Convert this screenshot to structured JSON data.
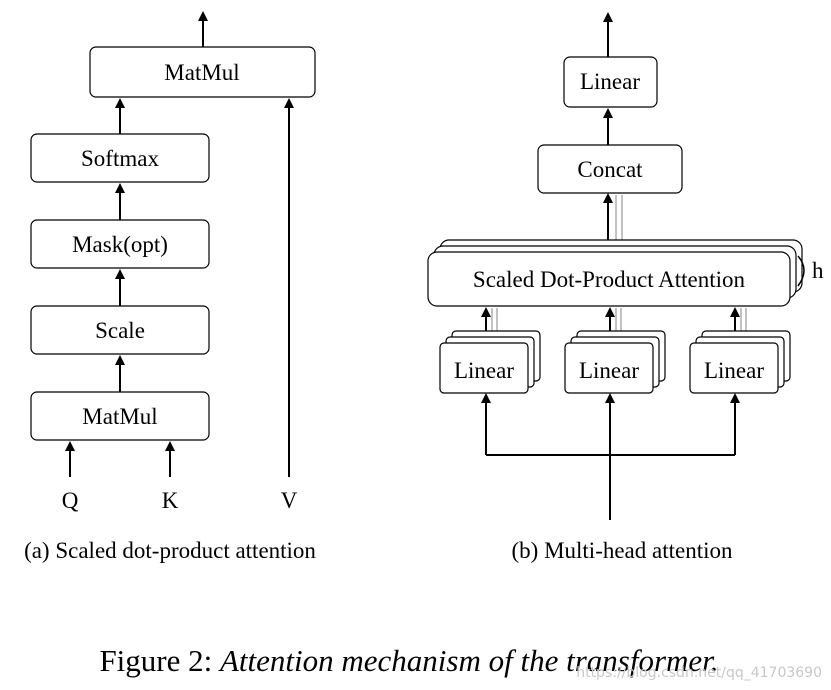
{
  "scaled_dot_product": {
    "blocks": {
      "matmul_top": "MatMul",
      "softmax": "Softmax",
      "mask": "Mask(opt)",
      "scale": "Scale",
      "matmul_bottom": "MatMul"
    },
    "inputs": {
      "q": "Q",
      "k": "K",
      "v": "V"
    },
    "caption": "(a) Scaled dot-product attention"
  },
  "multi_head": {
    "blocks": {
      "linear_top": "Linear",
      "concat": "Concat",
      "attention": "Scaled Dot-Product Attention",
      "linear_left": "Linear",
      "linear_middle": "Linear",
      "linear_right": "Linear"
    },
    "head_label": "h",
    "caption": "(b) Multi-head attention"
  },
  "figure_caption": {
    "prefix": "Figure 2:",
    "title": "Attention mechanism of the transformer."
  },
  "watermark": "https://blog.csdn.net/qq_41703690"
}
